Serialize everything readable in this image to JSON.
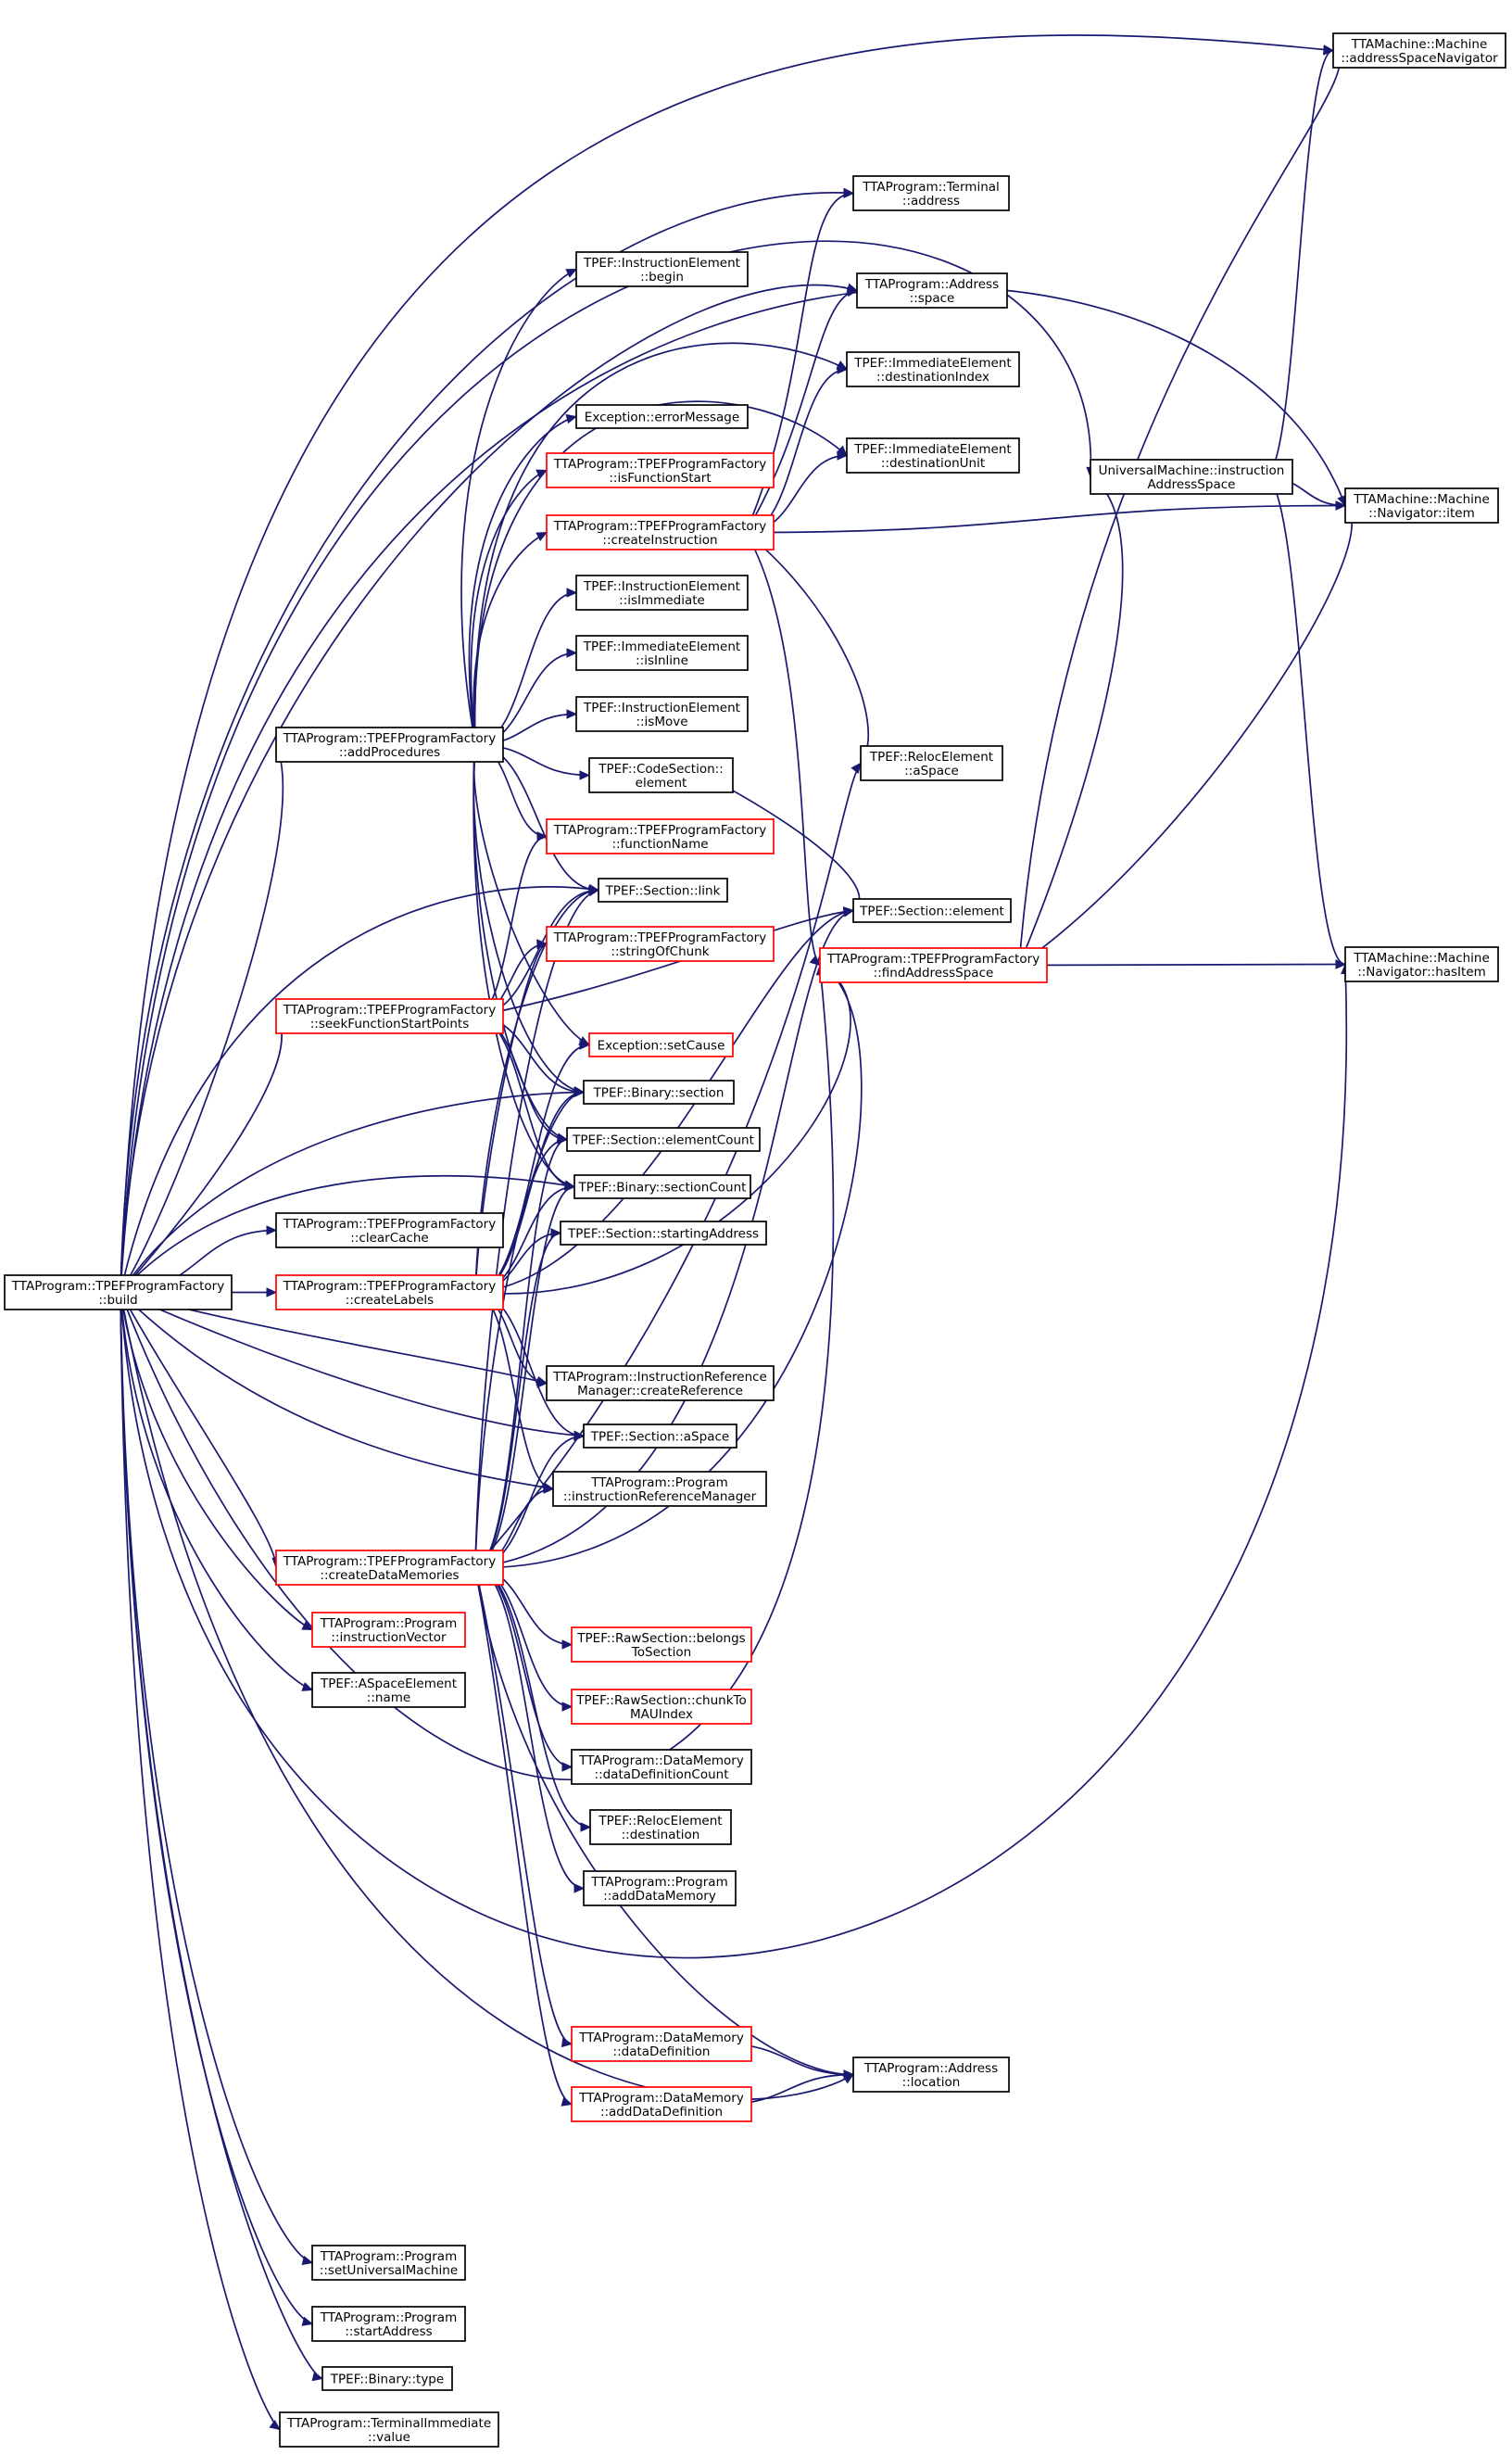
{
  "colors": {
    "edge": "#191970",
    "root_fill": "#bfbfbf",
    "border_normal": "#000000",
    "border_red": "#ff0000"
  },
  "nodes": [
    {
      "id": "build",
      "lines": [
        "TTAProgram::TPEFProgramFactory",
        "::build"
      ],
      "style": "root"
    },
    {
      "id": "addProcedures",
      "lines": [
        "TTAProgram::TPEFProgramFactory",
        "::addProcedures"
      ],
      "style": "normal"
    },
    {
      "id": "seekFunctionStartPoints",
      "lines": [
        "TTAProgram::TPEFProgramFactory",
        "::seekFunctionStartPoints"
      ],
      "style": "red"
    },
    {
      "id": "clearCache",
      "lines": [
        "TTAProgram::TPEFProgramFactory",
        "::clearCache"
      ],
      "style": "normal"
    },
    {
      "id": "createLabels",
      "lines": [
        "TTAProgram::TPEFProgramFactory",
        "::createLabels"
      ],
      "style": "red"
    },
    {
      "id": "createDataMemories",
      "lines": [
        "TTAProgram::TPEFProgramFactory",
        "::createDataMemories"
      ],
      "style": "red"
    },
    {
      "id": "instructionVector",
      "lines": [
        "TTAProgram::Program",
        "::instructionVector"
      ],
      "style": "red"
    },
    {
      "id": "aspaceName",
      "lines": [
        "TPEF::ASpaceElement",
        "::name"
      ],
      "style": "normal"
    },
    {
      "id": "setUniversalMachine",
      "lines": [
        "TTAProgram::Program",
        "::setUniversalMachine"
      ],
      "style": "normal"
    },
    {
      "id": "startAddress",
      "lines": [
        "TTAProgram::Program",
        "::startAddress"
      ],
      "style": "normal"
    },
    {
      "id": "binaryType",
      "lines": [
        "TPEF::Binary::type"
      ],
      "style": "normal"
    },
    {
      "id": "terminalImmValue",
      "lines": [
        "TTAProgram::TerminalImmediate",
        "::value"
      ],
      "style": "normal"
    },
    {
      "id": "ieBegin",
      "lines": [
        "TPEF::InstructionElement",
        "::begin"
      ],
      "style": "normal"
    },
    {
      "id": "errorMessage",
      "lines": [
        "Exception::errorMessage"
      ],
      "style": "normal"
    },
    {
      "id": "isFunctionStart",
      "lines": [
        "TTAProgram::TPEFProgramFactory",
        "::isFunctionStart"
      ],
      "style": "red"
    },
    {
      "id": "createInstruction",
      "lines": [
        "TTAProgram::TPEFProgramFactory",
        "::createInstruction"
      ],
      "style": "red"
    },
    {
      "id": "isImmediate",
      "lines": [
        "TPEF::InstructionElement",
        "::isImmediate"
      ],
      "style": "normal"
    },
    {
      "id": "isInline",
      "lines": [
        "TPEF::ImmediateElement",
        "::isInline"
      ],
      "style": "normal"
    },
    {
      "id": "isMove",
      "lines": [
        "TPEF::InstructionElement",
        "::isMove"
      ],
      "style": "normal"
    },
    {
      "id": "codeSectionElement",
      "lines": [
        "TPEF::CodeSection::",
        "element"
      ],
      "style": "normal"
    },
    {
      "id": "functionName",
      "lines": [
        "TTAProgram::TPEFProgramFactory",
        "::functionName"
      ],
      "style": "red"
    },
    {
      "id": "sectionLink",
      "lines": [
        "TPEF::Section::link"
      ],
      "style": "normal"
    },
    {
      "id": "stringOfChunk",
      "lines": [
        "TTAProgram::TPEFProgramFactory",
        "::stringOfChunk"
      ],
      "style": "red"
    },
    {
      "id": "setCause",
      "lines": [
        "Exception::setCause"
      ],
      "style": "red"
    },
    {
      "id": "binarySection",
      "lines": [
        "TPEF::Binary::section"
      ],
      "style": "normal"
    },
    {
      "id": "sectionElementCount",
      "lines": [
        "TPEF::Section::elementCount"
      ],
      "style": "normal"
    },
    {
      "id": "binarySectionCount",
      "lines": [
        "TPEF::Binary::sectionCount"
      ],
      "style": "normal"
    },
    {
      "id": "sectionStartingAddress",
      "lines": [
        "TPEF::Section::startingAddress"
      ],
      "style": "normal"
    },
    {
      "id": "createReference",
      "lines": [
        "TTAProgram::InstructionReference",
        "Manager::createReference"
      ],
      "style": "normal"
    },
    {
      "id": "sectionASpace",
      "lines": [
        "TPEF::Section::aSpace"
      ],
      "style": "normal"
    },
    {
      "id": "instructionReferenceManager",
      "lines": [
        "TTAProgram::Program",
        "::instructionReferenceManager"
      ],
      "style": "normal"
    },
    {
      "id": "belongsToSection",
      "lines": [
        "TPEF::RawSection::belongs",
        "ToSection"
      ],
      "style": "red"
    },
    {
      "id": "chunkToMAUIndex",
      "lines": [
        "TPEF::RawSection::chunkTo",
        "MAUIndex"
      ],
      "style": "red"
    },
    {
      "id": "dataDefinitionCount",
      "lines": [
        "TTAProgram::DataMemory",
        "::dataDefinitionCount"
      ],
      "style": "normal"
    },
    {
      "id": "relocDestination",
      "lines": [
        "TPEF::RelocElement",
        "::destination"
      ],
      "style": "normal"
    },
    {
      "id": "addDataMemory",
      "lines": [
        "TTAProgram::Program",
        "::addDataMemory"
      ],
      "style": "normal"
    },
    {
      "id": "dataDefinition",
      "lines": [
        "TTAProgram::DataMemory",
        "::dataDefinition"
      ],
      "style": "red"
    },
    {
      "id": "addDataDefinition",
      "lines": [
        "TTAProgram::DataMemory",
        "::addDataDefinition"
      ],
      "style": "red"
    },
    {
      "id": "terminalAddress",
      "lines": [
        "TTAProgram::Terminal",
        "::address"
      ],
      "style": "normal"
    },
    {
      "id": "addressSpace",
      "lines": [
        "TTAProgram::Address",
        "::space"
      ],
      "style": "normal"
    },
    {
      "id": "destinationIndex",
      "lines": [
        "TPEF::ImmediateElement",
        "::destinationIndex"
      ],
      "style": "normal"
    },
    {
      "id": "destinationUnit",
      "lines": [
        "TPEF::ImmediateElement",
        "::destinationUnit"
      ],
      "style": "normal"
    },
    {
      "id": "relocASpace",
      "lines": [
        "TPEF::RelocElement",
        "::aSpace"
      ],
      "style": "normal"
    },
    {
      "id": "sectionElement",
      "lines": [
        "TPEF::Section::element"
      ],
      "style": "normal"
    },
    {
      "id": "findAddressSpace",
      "lines": [
        "TTAProgram::TPEFProgramFactory",
        "::findAddressSpace"
      ],
      "style": "red"
    },
    {
      "id": "addressLocation",
      "lines": [
        "TTAProgram::Address",
        "::location"
      ],
      "style": "normal"
    },
    {
      "id": "instructionAddressSpace",
      "lines": [
        "UniversalMachine::instruction",
        "AddressSpace"
      ],
      "style": "normal"
    },
    {
      "id": "addressSpaceNavigator",
      "lines": [
        "TTAMachine::Machine",
        "::addressSpaceNavigator"
      ],
      "style": "normal"
    },
    {
      "id": "navigatorItem",
      "lines": [
        "TTAMachine::Machine",
        "::Navigator::item"
      ],
      "style": "normal"
    },
    {
      "id": "navigatorHasItem",
      "lines": [
        "TTAMachine::Machine",
        "::Navigator::hasItem"
      ],
      "style": "normal"
    }
  ]
}
